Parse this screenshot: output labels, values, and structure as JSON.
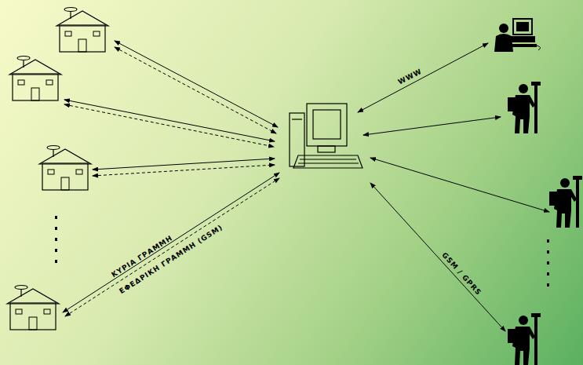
{
  "diagram": {
    "labels": [
      "WWW",
      "ΚΥΡΙΑ ΓΡΑΜΜΗ",
      "ΕΦΕΔΡΙΚΗ ΓΡΑΜΜΗ (GSM)",
      "GSM / GPRS"
    ]
  }
}
